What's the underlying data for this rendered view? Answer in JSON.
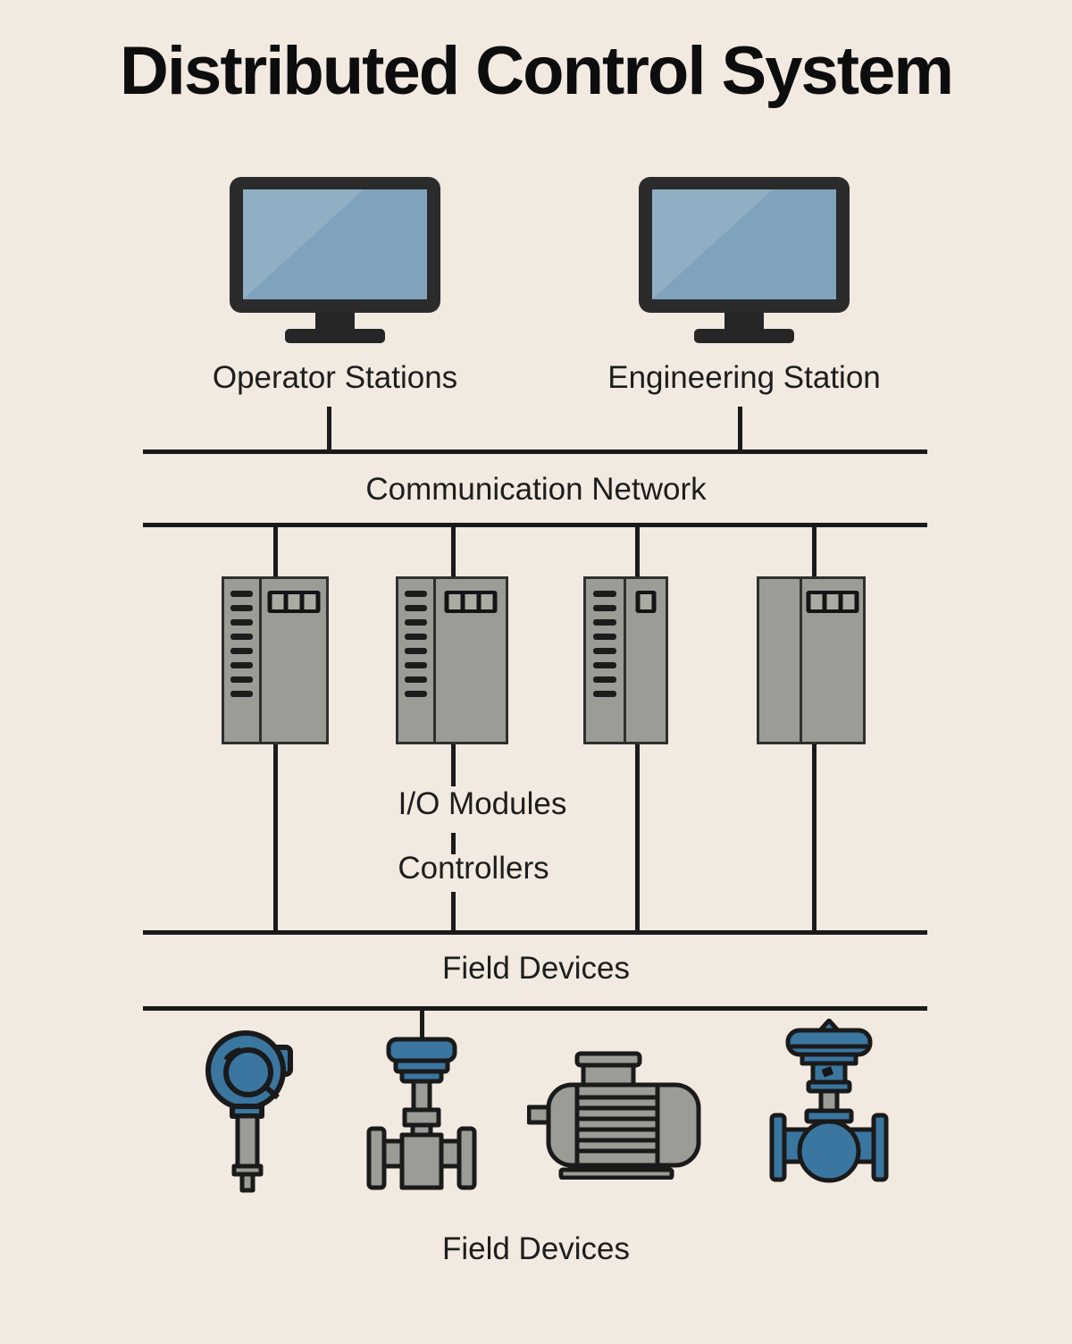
{
  "title": "Distributed Control System",
  "colors": {
    "background": "#f2e9e0",
    "line": "#1a1a1a",
    "text": "#1d1d1d",
    "monitor_dark": "#2b2b2b",
    "screen_blue": "#7fa3bd",
    "screen_highlight": "#90afc5",
    "cabinet_gray": "#9c9c96",
    "device_gray": "#9c9c96",
    "device_blue": "#3a76a0"
  },
  "stations": [
    {
      "label": "Operator Stations",
      "icon": "monitor-icon"
    },
    {
      "label": "Engineering Station",
      "icon": "monitor-icon"
    }
  ],
  "network": {
    "label": "Communication Network"
  },
  "controller_layer": {
    "io_label": "I/O Modules",
    "controllers_label": "Controllers",
    "cabinets": [
      {
        "icon": "controller-cabinet-icon",
        "vents": 8,
        "indicator_cells": 3
      },
      {
        "icon": "controller-cabinet-icon",
        "vents": 8,
        "indicator_cells": 3
      },
      {
        "icon": "controller-cabinet-icon",
        "vents": 8,
        "indicator_cells": 1
      },
      {
        "icon": "controller-cabinet-icon",
        "vents": 0,
        "indicator_cells": 3
      }
    ]
  },
  "field_layer": {
    "bus_label": "Field Devices",
    "bottom_label": "Field Devices",
    "devices": [
      {
        "icon": "temperature-transmitter-icon"
      },
      {
        "icon": "control-valve-icon"
      },
      {
        "icon": "motor-icon"
      },
      {
        "icon": "globe-valve-icon"
      }
    ]
  }
}
